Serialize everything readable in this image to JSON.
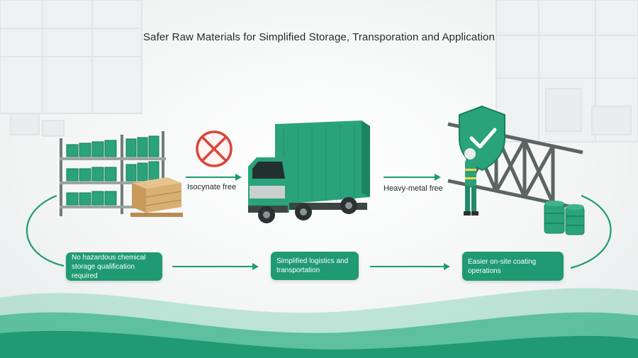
{
  "title": "Safer Raw Materials for Simplified Storage, Transporation and Application",
  "captions": {
    "isocyanate": "Isocynate free",
    "heavy_metal": "Heavy-metal free"
  },
  "steps": [
    {
      "label": "No hazardous chemical storage qualification required"
    },
    {
      "label": "Simplified logistics and transportation"
    },
    {
      "label": "Easier on-site coating operations"
    }
  ],
  "colors": {
    "brand_green": "#1f9a72",
    "dark_green": "#147a5a",
    "prohibited_red": "#d9473a"
  },
  "icons": [
    "warehouse-shelves-icon",
    "wooden-crate-icon",
    "prohibited-icon",
    "truck-icon",
    "shield-check-icon",
    "worker-icon",
    "steel-truss-icon",
    "barrel-icon"
  ]
}
